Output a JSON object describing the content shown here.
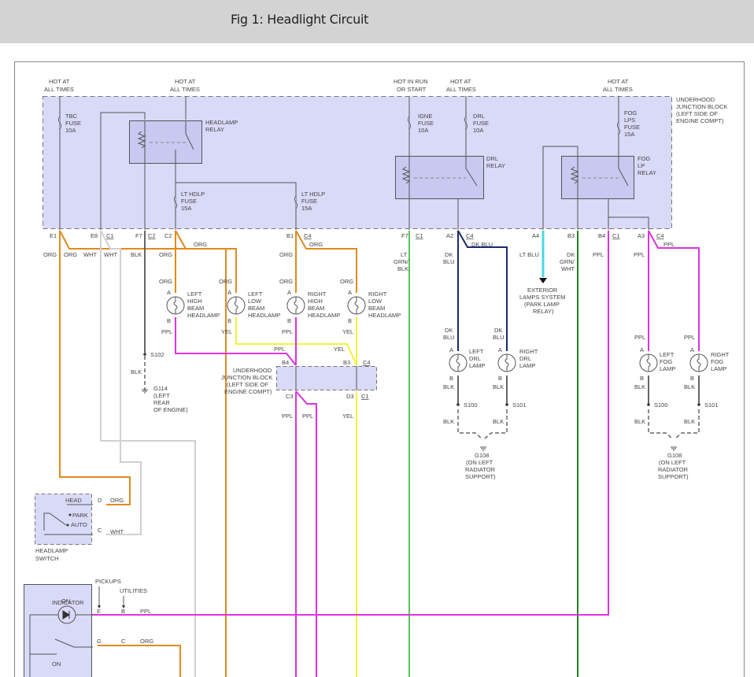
{
  "header": {
    "title": "Fig 1: Headlight Circuit"
  },
  "colors": {
    "junction_fill": "#d9d9f8",
    "relay_fill": "#c8c8f0",
    "org": "#e08a1e",
    "ppl": "#dd33dd",
    "yel": "#f2f23a",
    "wht": "#d0d0d0",
    "blk": "#666666",
    "dk_blu": "#1a2a6a",
    "lt_blu": "#4ad8e0",
    "lt_grn": "#5cc05c",
    "dk_grn": "#2a7a2a"
  },
  "power_labels": [
    {
      "l1": "HOT AT",
      "l2": "ALL TIMES"
    },
    {
      "l1": "HOT AT",
      "l2": "ALL TIMES"
    },
    {
      "l1": "HOT IN RUN",
      "l2": "OR START"
    },
    {
      "l1": "HOT AT",
      "l2": "ALL TIMES"
    },
    {
      "l1": "HOT AT",
      "l2": "ALL TIMES"
    }
  ],
  "fuses": [
    {
      "l1": "TBC",
      "l2": "FUSE",
      "l3": "10A",
      "l4": ""
    },
    {
      "l1": "LT HDLP",
      "l2": "FUSE",
      "l3": "15A",
      "l4": ""
    },
    {
      "l1": "LT HDLP",
      "l2": "FUSE",
      "l3": "15A",
      "l4": ""
    },
    {
      "l1": "IGNE",
      "l2": "FUSE",
      "l3": "10A",
      "l4": ""
    },
    {
      "l1": "DRL",
      "l2": "FUSE",
      "l3": "10A",
      "l4": ""
    },
    {
      "l1": "FOG",
      "l2": "LPS",
      "l3": "FUSE",
      "l4": "15A"
    }
  ],
  "relays": [
    {
      "l1": "HEADLAMP",
      "l2": "RELAY",
      "l3": ""
    },
    {
      "l1": "DRL",
      "l2": "RELAY",
      "l3": ""
    },
    {
      "l1": "FOG",
      "l2": "LP",
      "l3": "RELAY"
    }
  ],
  "junction_block": {
    "l1": "UNDERHOOD",
    "l2": "JUNCTION BLOCK",
    "l3": "(LEFT SIDE OF",
    "l4": "ENGINE COMPT)"
  },
  "pins": {
    "e1": "E1",
    "e8": "E8",
    "c1a": "C1",
    "f7a": "F7",
    "c2a": "C2",
    "c2b": "C2",
    "b1": "B1",
    "c4a": "C4",
    "f7b": "F7",
    "c1b": "C1",
    "a2": "A2",
    "c4b": "C4",
    "a4": "A4",
    "b3a": "B3",
    "b4a": "B4",
    "c1c": "C1",
    "a3": "A3",
    "c4c": "C4",
    "b4b": "B4",
    "b3b": "B3",
    "c4d": "C4",
    "c3": "C3",
    "d3": "D3",
    "c1d": "C1",
    "pin_a": "A",
    "pin_b": "B"
  },
  "wires": {
    "org": "ORG",
    "wht": "WHT",
    "blk": "BLK",
    "ppl": "PPL",
    "yel": "YEL",
    "lt_grn_1": "LT",
    "lt_grn_2": "GRN/",
    "lt_grn_3": "BLK",
    "dk_blu_1": "DK",
    "dk_blu_2": "BLU",
    "dk_blu_full": "DK BLU",
    "lt_blu": "LT BLU",
    "dk_grn_1": "DK",
    "dk_grn_2": "GRN/",
    "dk_grn_3": "WHT"
  },
  "lamps": [
    {
      "l1": "LEFT",
      "l2": "HIGH",
      "l3": "BEAM",
      "l4": "HEADLAMP"
    },
    {
      "l1": "LEFT",
      "l2": "LOW",
      "l3": "BEAM",
      "l4": "HEADLAMP"
    },
    {
      "l1": "RIGHT",
      "l2": "HIGH",
      "l3": "BEAM",
      "l4": "HEADLAMP"
    },
    {
      "l1": "RIGHT",
      "l2": "LOW",
      "l3": "BEAM",
      "l4": "HEADLAMP"
    },
    {
      "l1": "LEFT",
      "l2": "DRL",
      "l3": "LAMP",
      "l4": ""
    },
    {
      "l1": "RIGHT",
      "l2": "DRL",
      "l3": "LAMP",
      "l4": ""
    },
    {
      "l1": "LEFT",
      "l2": "FOG",
      "l3": "LAMP",
      "l4": ""
    },
    {
      "l1": "RIGHT",
      "l2": "FOG",
      "l3": "LAMP",
      "l4": ""
    }
  ],
  "splices": {
    "s102": "S102",
    "s100": "S100",
    "s101": "S101"
  },
  "grounds": {
    "g114": {
      "l1": "G114",
      "l2": "(LEFT",
      "l3": "REAR",
      "l4": "OF ENGINE)"
    },
    "g108": {
      "l1": "G108",
      "l2": "(ON LEFT",
      "l3": "RADIATOR",
      "l4": "SUPPORT)"
    }
  },
  "exterior": {
    "l1": "EXTERIOR",
    "l2": "LAMPS SYSTEM",
    "l3": "(PARK LAMP",
    "l4": "RELAY)"
  },
  "headlamp_switch": {
    "head": "HEAD",
    "park": "PARK",
    "auto": "AUTO",
    "l1": "HEADLAMP",
    "l2": "SWITCH",
    "pin_d": "D",
    "pin_c": "C"
  },
  "bottom": {
    "pickups": "PICKUPS",
    "utilities": "UTILITIES",
    "on_indicator_1": "ON",
    "on_indicator_2": "INDICATOR",
    "pin_e": "E",
    "pin_b": "B",
    "pin_g": "G",
    "pin_c": "C",
    "on": "ON"
  }
}
